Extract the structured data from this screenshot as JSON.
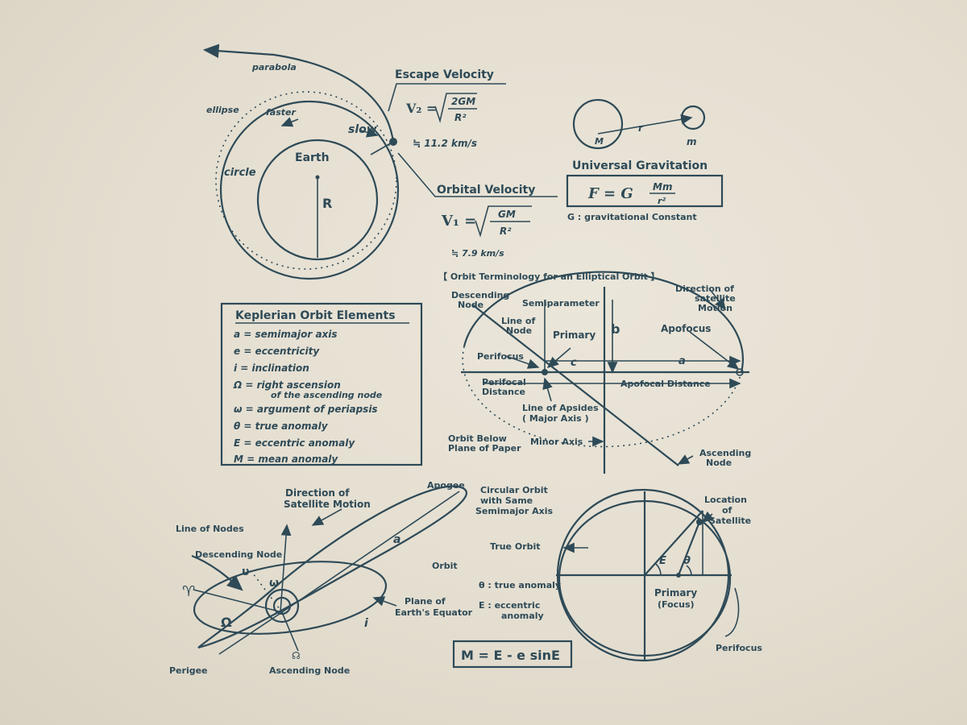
{
  "escape": {
    "heading": "Escape Velocity",
    "lhs": "V₂ =",
    "num": "2GM",
    "den": "R²",
    "value": "≒ 11.2 km/s"
  },
  "orbital": {
    "heading": "Orbital Velocity",
    "lhs": "V₁ =",
    "num": "GM",
    "den": "R²",
    "value": "≒ 7.9 km/s"
  },
  "earth_diagram": {
    "parabola": "parabola",
    "ellipse": "ellipse",
    "faster": "faster",
    "slow": "slow",
    "earth": "Earth",
    "circle": "circle",
    "radius": "R"
  },
  "gravitation": {
    "mass_big": "M",
    "distance": "r",
    "mass_small": "m",
    "heading": "Universal Gravitation",
    "lhs": "F = G",
    "num": "Mm",
    "den": "r²",
    "note": "G : gravitational Constant"
  },
  "kepler": {
    "heading": "Keplerian Orbit Elements",
    "items": [
      "a = semimajor axis",
      "e = eccentricity",
      "i = inclination",
      "Ω = right ascension",
      "of the ascending node",
      "ω = argument of periapsis",
      "θ = true anomaly",
      "E = eccentric anomaly",
      "M = mean anomaly"
    ]
  },
  "terminology": {
    "heading": "【 Orbit Terminology  for an Elliptical Orbit 】",
    "descending_node": [
      "Descending",
      "Node"
    ],
    "semiparameter": "Semiparameter",
    "direction": [
      "Direction of",
      "satellite",
      "Motion"
    ],
    "line_of_node": [
      "Line of",
      "Node"
    ],
    "primary": "Primary",
    "b": "b",
    "apofocus": "Apofocus",
    "perifocus": "Perifocus",
    "c": "c",
    "a": "a",
    "perifocal": [
      "Perifocal",
      "Distance"
    ],
    "apofocal": "Apofocal Distance",
    "apsides": [
      "Line of Apsides",
      "( Major Axis )"
    ],
    "below": [
      "Orbit Below",
      "Plane of Paper"
    ],
    "minor": "Minor Axis",
    "ascending_node": [
      "Ascending",
      "Node"
    ]
  },
  "orbit3d": {
    "apogee": "Apogee",
    "direction": [
      "Direction of",
      "Satellite Motion"
    ],
    "line_of_nodes": "Line of Nodes",
    "descending_node": "Descending Node",
    "a": "a",
    "orbit": "Orbit",
    "aries": "♈",
    "omega_small": "ω",
    "omega_big": "Ω",
    "nu": "υ",
    "incl": "i",
    "plane": [
      "Plane of",
      "Earth's Equator"
    ],
    "perigee": "Perigee",
    "ascending_node": "Ascending Node",
    "node_symbol": "☊"
  },
  "circular": {
    "heading": [
      "Circular Orbit",
      "with Same",
      "Semimajor Axis"
    ],
    "location": [
      "Location",
      "of",
      "Satellite"
    ],
    "true_orbit": "True Orbit",
    "E": "E",
    "theta": "θ",
    "theta_note": "θ : true anomaly",
    "e_note": [
      "E : eccentric",
      "anomaly"
    ],
    "primary": [
      "Primary",
      "(Focus)"
    ],
    "perifocus": "Perifocus"
  },
  "kepler_equation": "M = E - e sinE"
}
